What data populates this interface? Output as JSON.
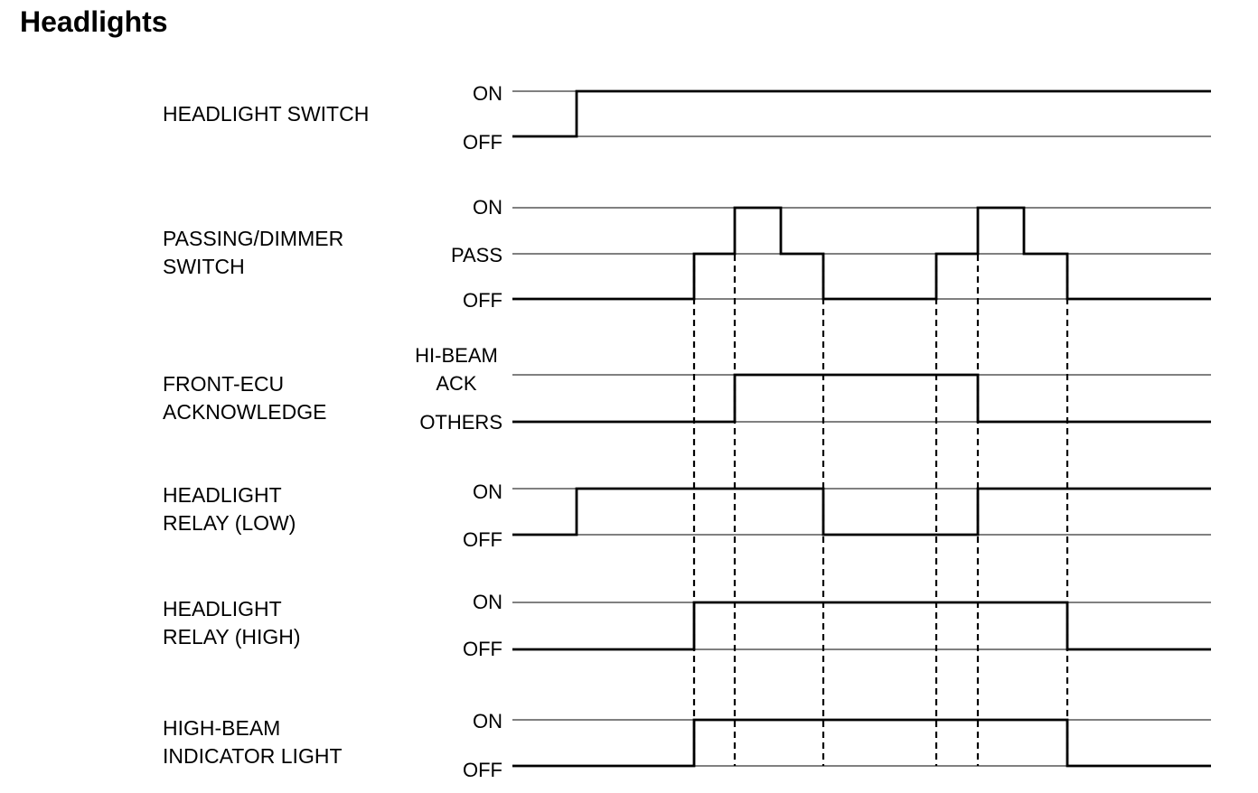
{
  "title": "Headlights",
  "time_markers": [
    768,
    813,
    911,
    1036,
    1082,
    1181
  ],
  "signals": [
    {
      "id": "headlight-switch",
      "label": [
        "HEADLIGHT SWITCH"
      ],
      "states": [
        "ON",
        "OFF"
      ],
      "waveform": [
        [
          0,
          1
        ],
        [
          638,
          0
        ]
      ]
    },
    {
      "id": "passing-dimmer-switch",
      "label": [
        "PASSING/DIMMER",
        "SWITCH"
      ],
      "states": [
        "ON",
        "PASS",
        "OFF"
      ],
      "waveform": [
        [
          0,
          2
        ],
        [
          768,
          1
        ],
        [
          813,
          0
        ],
        [
          864,
          1
        ],
        [
          911,
          2
        ],
        [
          1036,
          1
        ],
        [
          1082,
          0
        ],
        [
          1133,
          1
        ],
        [
          1181,
          2
        ]
      ]
    },
    {
      "id": "front-ecu-acknowledge",
      "label": [
        "FRONT-ECU",
        "ACKNOWLEDGE"
      ],
      "states": [
        "HI-BEAM ACK",
        "OTHERS"
      ],
      "state_label_lines": [
        [
          "HI-BEAM",
          "ACK"
        ],
        [
          "OTHERS"
        ]
      ],
      "waveform": [
        [
          0,
          1
        ],
        [
          813,
          0
        ],
        [
          1082,
          1
        ]
      ]
    },
    {
      "id": "headlight-relay-low",
      "label": [
        "HEADLIGHT",
        "RELAY (LOW)"
      ],
      "states": [
        "ON",
        "OFF"
      ],
      "waveform": [
        [
          0,
          1
        ],
        [
          638,
          0
        ],
        [
          911,
          1
        ],
        [
          1082,
          0
        ]
      ]
    },
    {
      "id": "headlight-relay-high",
      "label": [
        "HEADLIGHT",
        "RELAY (HIGH)"
      ],
      "states": [
        "ON",
        "OFF"
      ],
      "waveform": [
        [
          0,
          1
        ],
        [
          768,
          0
        ],
        [
          1181,
          1
        ]
      ]
    },
    {
      "id": "high-beam-indicator-light",
      "label": [
        "HIGH-BEAM",
        "INDICATOR LIGHT"
      ],
      "states": [
        "ON",
        "OFF"
      ],
      "waveform": [
        [
          0,
          1
        ],
        [
          768,
          0
        ],
        [
          1181,
          1
        ]
      ]
    }
  ]
}
